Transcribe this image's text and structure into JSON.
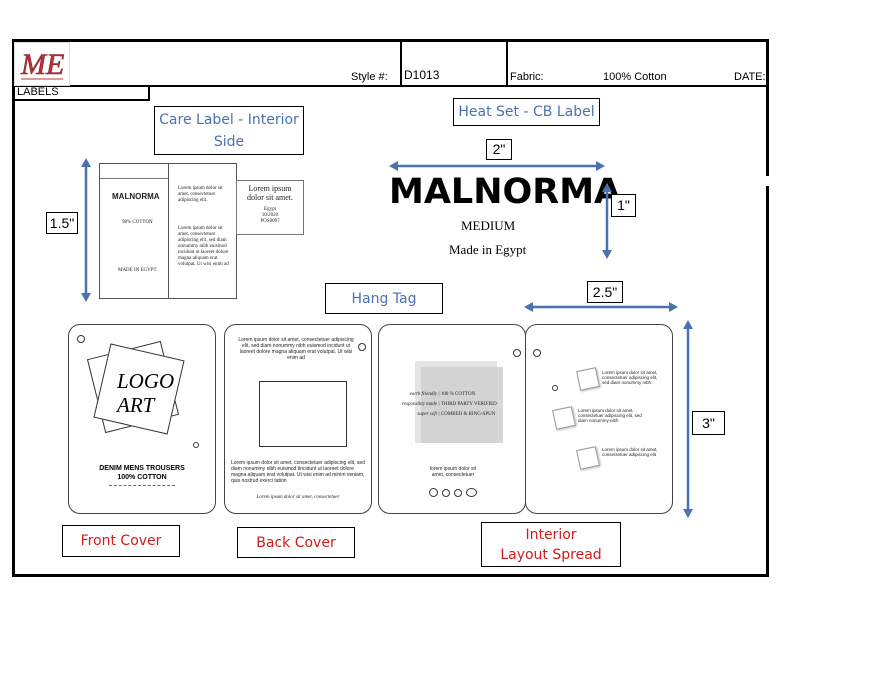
{
  "header": {
    "logo_text": "ME",
    "style_label": "Style #:",
    "style_value": "D1013",
    "fabric_label": "Fabric:",
    "fabric_value": "100% Cotton",
    "date_label": "DATE:",
    "section_label": "LABELS"
  },
  "care_label": {
    "title": "Care Label - Interior Side",
    "brand": "MALNORMA",
    "composition": "98% COTTON",
    "origin": "MADE IN EGYPT",
    "text1": "Lorem ipsum dolor sit amet, consectetuer adipiscing elit.",
    "text2": "Lorem ipsum dolor sit amet, consectetuer adipiscing elit, sed diam nonummy nibh euismod incidunt ut laoreet dolore magna aliquam erat volutpat. Ut wisi enim ad",
    "small_title": "Lorem ipsum dolor sit amet.",
    "small_place": "Egypt",
    "small_date": "10/2020",
    "small_code": "POS0097",
    "dim_height": "1.5\""
  },
  "heat_label": {
    "title": "Heat Set - CB Label",
    "brand": "MALNORMA",
    "registered": "®",
    "size": "MEDIUM",
    "origin": "Made in Egypt",
    "dim_width": "2\"",
    "dim_height": "1\""
  },
  "hang_tag": {
    "title": "Hang Tag",
    "dim_width": "2.5\"",
    "dim_height": "3\"",
    "front": {
      "logo_line1": "LOGO",
      "logo_line2": "ART",
      "product": "DENIM MENS TROUSERS",
      "composition": "100% COTTON",
      "caption": "Front Cover"
    },
    "back": {
      "top_text": "Lorem ipsum dolor sit amet, consectetuer adipiscing elit, sed diam nonummy nibh euismod incidunt ut laoreet dolore magna aliquam erat volutpat. Ut wisi enim ad",
      "body_text": "Lorem ipsum dolor sit amet, consectetuer adipiscing elit, sed diam nonummy nibh euismod tincidunt ut laoreet dolore magna aliquam erat volutpat. Ut wisi enim ad minim veniam, quis nostrud exerci tation",
      "footer": "Lorem ipsum dolor sit amet, consectetuer",
      "caption": "Back Cover"
    },
    "interior": {
      "row1_left": "earth friendly",
      "row1_right": "100 % COTTON",
      "row2_left": "responsibly made",
      "row2_right": "THIRD PARTY VERIFIED",
      "row3_left": "super soft",
      "row3_right": "COMBED & RING-SPUN",
      "bottom_text": "lorem ipsum dolor sit amet, consectetuer",
      "item_text": "Lorem ipsum dolor sit amet, consectetuer adipiscing elit, sed diam nonummy nibh",
      "item_text3": "Lorem ipsum dolor sit amet, consectetuer adipiscing elit",
      "caption": "Interior Layout Spread"
    }
  }
}
